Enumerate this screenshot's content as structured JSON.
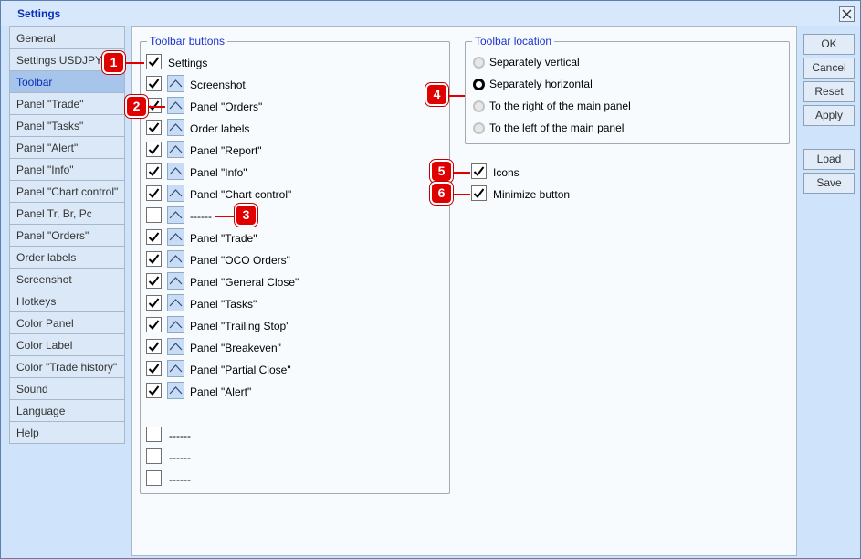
{
  "window": {
    "title": "Settings"
  },
  "sidebar": {
    "items": [
      {
        "label": "General"
      },
      {
        "label": "Settings USDJPY"
      },
      {
        "label": "Toolbar"
      },
      {
        "label": "Panel \"Trade\""
      },
      {
        "label": "Panel \"Tasks\""
      },
      {
        "label": "Panel \"Alert\""
      },
      {
        "label": "Panel \"Info\""
      },
      {
        "label": "Panel \"Chart control\""
      },
      {
        "label": "Panel Tr, Br, Pc"
      },
      {
        "label": "Panel \"Orders\""
      },
      {
        "label": "Order labels"
      },
      {
        "label": "Screenshot"
      },
      {
        "label": "Hotkeys"
      },
      {
        "label": "Color Panel"
      },
      {
        "label": "Color Label"
      },
      {
        "label": "Color \"Trade history\""
      },
      {
        "label": "Sound"
      },
      {
        "label": "Language"
      },
      {
        "label": "Help"
      }
    ],
    "active": "Toolbar"
  },
  "toolbar_buttons": {
    "legend": "Toolbar buttons",
    "items": [
      {
        "label": "Settings",
        "checked": true
      },
      {
        "label": "Screenshot",
        "checked": true
      },
      {
        "label": "Panel \"Orders\"",
        "checked": true
      },
      {
        "label": "Order labels",
        "checked": true
      },
      {
        "label": "Panel \"Report\"",
        "checked": true
      },
      {
        "label": "Panel \"Info\"",
        "checked": true
      },
      {
        "label": "Panel \"Chart control\"",
        "checked": true
      },
      {
        "label": "------",
        "checked": false
      },
      {
        "label": "Panel \"Trade\"",
        "checked": true
      },
      {
        "label": "Panel \"OCO Orders\"",
        "checked": true
      },
      {
        "label": "Panel \"General Close\"",
        "checked": true
      },
      {
        "label": "Panel \"Tasks\"",
        "checked": true
      },
      {
        "label": "Panel \"Trailing Stop\"",
        "checked": true
      },
      {
        "label": "Panel \"Breakeven\"",
        "checked": true
      },
      {
        "label": "Panel \"Partial Close\"",
        "checked": true
      },
      {
        "label": "Panel \"Alert\"",
        "checked": true
      }
    ],
    "separators": [
      {
        "label": "------",
        "checked": false
      },
      {
        "label": "------",
        "checked": false
      },
      {
        "label": "------",
        "checked": false
      }
    ]
  },
  "toolbar_location": {
    "legend": "Toolbar location",
    "options": [
      {
        "label": "Separately vertical",
        "selected": false
      },
      {
        "label": "Separately horizontal",
        "selected": true
      },
      {
        "label": "To the right of the main panel",
        "selected": false
      },
      {
        "label": "To the left of the main panel",
        "selected": false
      }
    ]
  },
  "options": {
    "icons": {
      "label": "Icons",
      "checked": true
    },
    "minimize": {
      "label": "Minimize button",
      "checked": true
    }
  },
  "buttons": {
    "ok": "OK",
    "cancel": "Cancel",
    "reset": "Reset",
    "apply": "Apply",
    "load": "Load",
    "save": "Save"
  },
  "annotations": [
    "1",
    "2",
    "3",
    "4",
    "5",
    "6"
  ],
  "colors": {
    "accent": "#0a2fb8",
    "annotation": "#e00000",
    "window_bg": "#cfe3fb",
    "active_tab": "#a7c4ea"
  }
}
